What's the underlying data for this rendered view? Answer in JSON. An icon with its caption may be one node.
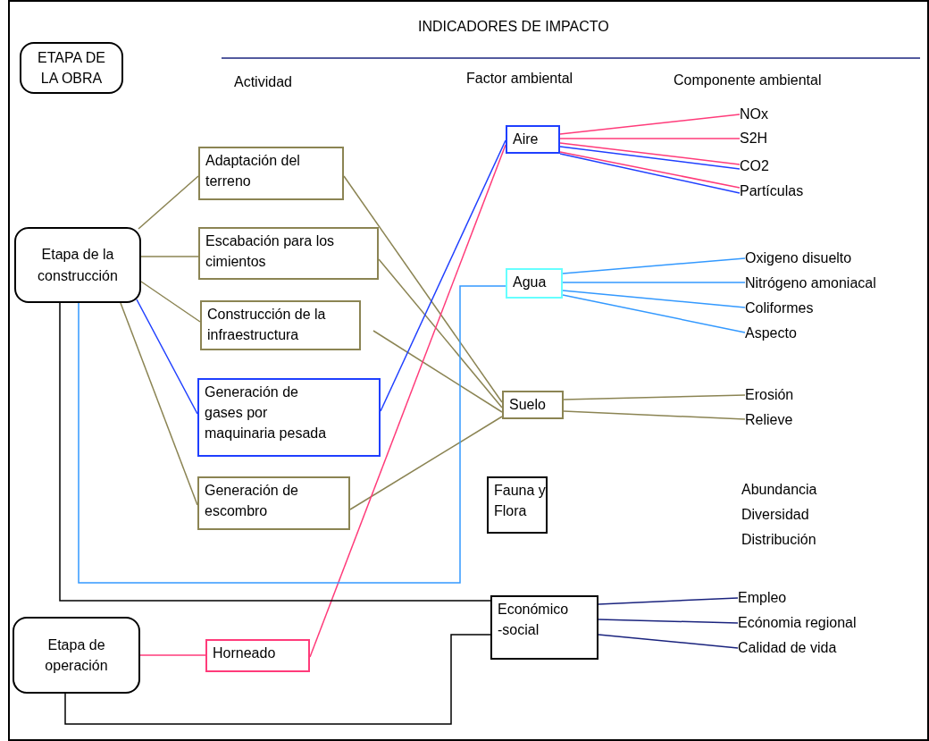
{
  "diagram": {
    "nodes": [
      {
        "text": [
          "ETAPA DE LA OBRA"
        ]
      },
      {
        "text": [
          "Etapa de la construcción"
        ]
      },
      {
        "text": [
          "Adaptación del terreno"
        ]
      },
      {
        "text": [
          "Escabación para los cimientos"
        ]
      },
      {
        "text": [
          "Construcción de la infraestructura"
        ]
      },
      {
        "text": [
          "Generación de gases por maquinaria pesada"
        ]
      },
      {
        "text": [
          "Generación de escombro"
        ]
      },
      {
        "text": [
          "Etapa de operación"
        ]
      },
      {
        "text": [
          "Horneado"
        ]
      },
      {
        "text": [
          "Aire"
        ]
      },
      {
        "text": [
          "Agua"
        ]
      },
      {
        "text": [
          "Suelo"
        ]
      },
      {
        "text": [
          "Fauna y Flora"
        ]
      },
      {
        "text": [
          "Económico -social"
        ]
      },
      {
        "text": [
          "NOx"
        ]
      },
      {
        "text": [
          "S2H"
        ]
      },
      {
        "text": [
          "CO2"
        ]
      },
      {
        "text": [
          "Partículas"
        ]
      },
      {
        "text": [
          "Oxigeno disuelto"
        ]
      },
      {
        "text": [
          "Nitrógeno amoniacal"
        ]
      },
      {
        "text": [
          "Coliformes"
        ]
      },
      {
        "text": [
          "Aspecto"
        ]
      },
      {
        "text": [
          "Erosión"
        ]
      },
      {
        "text": [
          "Relieve"
        ]
      },
      {
        "text": [
          "Empleo"
        ]
      },
      {
        "text": [
          "Ecónomia regional"
        ]
      },
      {
        "text": [
          "Calidad de vida"
        ]
      }
    ],
    "edges": [
      {
        "from": 1,
        "to": 2,
        "arrow": "none"
      },
      {
        "from": 1,
        "to": 3,
        "arrow": "none"
      },
      {
        "from": 1,
        "to": 4,
        "arrow": "none"
      },
      {
        "from": 1,
        "to": 5,
        "arrow": "none",
        "color": "#1f3fff"
      },
      {
        "from": 1,
        "to": 6,
        "arrow": "none"
      },
      {
        "from": 2,
        "to": 11,
        "arrow": "none"
      },
      {
        "from": 3,
        "to": 11,
        "arrow": "none"
      },
      {
        "from": 4,
        "to": 11,
        "arrow": "none"
      },
      {
        "from": 6,
        "to": 11,
        "arrow": "none"
      },
      {
        "from": 5,
        "to": 9,
        "arrow": "none",
        "color": "#1f3fff"
      },
      {
        "from": 7,
        "to": 8,
        "arrow": "none",
        "color": "#ff3b7a"
      },
      {
        "from": 8,
        "to": 9,
        "arrow": "none",
        "color": "#ff3b7a"
      },
      {
        "from": 1,
        "to": 10,
        "arrow": "none",
        "color": "#3399ff"
      },
      {
        "from": 1,
        "to": 13,
        "arrow": "none",
        "color": "#000000"
      },
      {
        "from": 7,
        "to": 13,
        "arrow": "none",
        "color": "#000000"
      },
      {
        "from": 9,
        "to": 14,
        "arrow": "none",
        "color": "#ff3b7a"
      },
      {
        "from": 9,
        "to": 15,
        "arrow": "none",
        "color": "#ff3b7a"
      },
      {
        "from": 9,
        "to": 16,
        "arrow": "none",
        "color": "#ff3b7a"
      },
      {
        "from": 9,
        "to": 16,
        "arrow": "none",
        "color": "#1f3fff"
      },
      {
        "from": 9,
        "to": 17,
        "arrow": "none",
        "color": "#ff3b7a"
      },
      {
        "from": 9,
        "to": 17,
        "arrow": "none",
        "color": "#1f3fff"
      },
      {
        "from": 10,
        "to": 18,
        "arrow": "none",
        "color": "#3399ff"
      },
      {
        "from": 10,
        "to": 19,
        "arrow": "none",
        "color": "#3399ff"
      },
      {
        "from": 10,
        "to": 20,
        "arrow": "none",
        "color": "#3399ff"
      },
      {
        "from": 10,
        "to": 21,
        "arrow": "none",
        "color": "#3399ff"
      },
      {
        "from": 11,
        "to": 22,
        "arrow": "none"
      },
      {
        "from": 11,
        "to": 23,
        "arrow": "none"
      },
      {
        "from": 13,
        "to": 24,
        "arrow": "none",
        "color": "#1a237e"
      },
      {
        "from": 13,
        "to": 25,
        "arrow": "none",
        "color": "#1a237e"
      },
      {
        "from": 13,
        "to": 26,
        "arrow": "none",
        "color": "#1a237e"
      }
    ],
    "labels": [
      "INDICADORES DE IMPACTO",
      "Actividad",
      "Factor ambiental",
      "Componente ambiental",
      "Abundancia",
      "Diversidad",
      "Distribución"
    ]
  }
}
